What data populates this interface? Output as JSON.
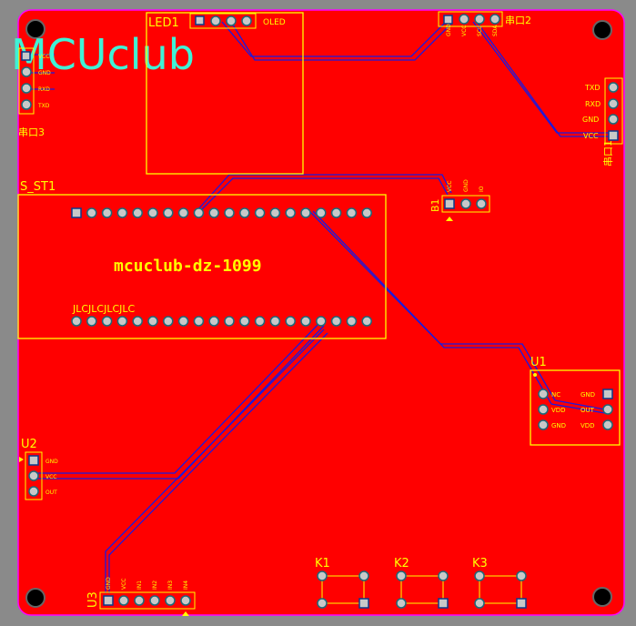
{
  "brand": {
    "logo_text": "MCUclub"
  },
  "board": {
    "title": "mcuclub-dz-1099",
    "jlc_text": "JLCJLCJLCJLC"
  },
  "components": {
    "led1": {
      "label": "LED1",
      "pins_label": "OLED"
    },
    "uart2": {
      "label": "串口2",
      "pins": [
        "GND",
        "VCC",
        "SCL",
        "SDA"
      ]
    },
    "uart3": {
      "label": "串口3",
      "pins": [
        "VCC",
        "GND",
        "RXD",
        "TXD"
      ]
    },
    "uart1": {
      "label": "串口1",
      "pins": [
        "TXD",
        "RXD",
        "GND",
        "VCC"
      ]
    },
    "s_st1": {
      "label": "S_ST1"
    },
    "b1": {
      "label": "B1",
      "pins": [
        "VCC",
        "GND",
        "IO"
      ]
    },
    "u1": {
      "label": "U1",
      "left_pins": [
        "NC",
        "VDD",
        "GND"
      ],
      "right_pins": [
        "GND",
        "OUT",
        "VDD"
      ]
    },
    "u2": {
      "label": "U2",
      "pins": [
        "GND",
        "VCC",
        "OUT"
      ]
    },
    "u3": {
      "label": "U3",
      "pins": [
        "GND",
        "VCC",
        "IN1",
        "IN2",
        "IN3",
        "IN4"
      ]
    },
    "k1": {
      "label": "K1"
    },
    "k2": {
      "label": "K2"
    },
    "k3": {
      "label": "K3"
    }
  },
  "colors": {
    "board": "#ff0000",
    "silkscreen": "#ffff00",
    "outline": "#ff00ff",
    "trace": "#1a1adf",
    "brand": "#3ff2d6",
    "background": "#8a8a8a"
  }
}
